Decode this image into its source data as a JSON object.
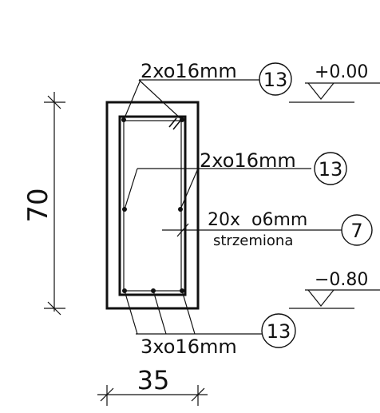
{
  "section": {
    "height_label": "70",
    "width_label": "35"
  },
  "top_bars": {
    "label": "2xo16mm",
    "mark": "13"
  },
  "side_bars": {
    "label": "2xo16mm",
    "mark": "13"
  },
  "stirrups": {
    "label": "20x  o6mm",
    "sublabel": "strzemiona",
    "mark": "7"
  },
  "bottom_bars": {
    "label": "3xo16mm",
    "mark": "13"
  },
  "levels": {
    "top": "+0.00",
    "bottom": "−0.80"
  }
}
